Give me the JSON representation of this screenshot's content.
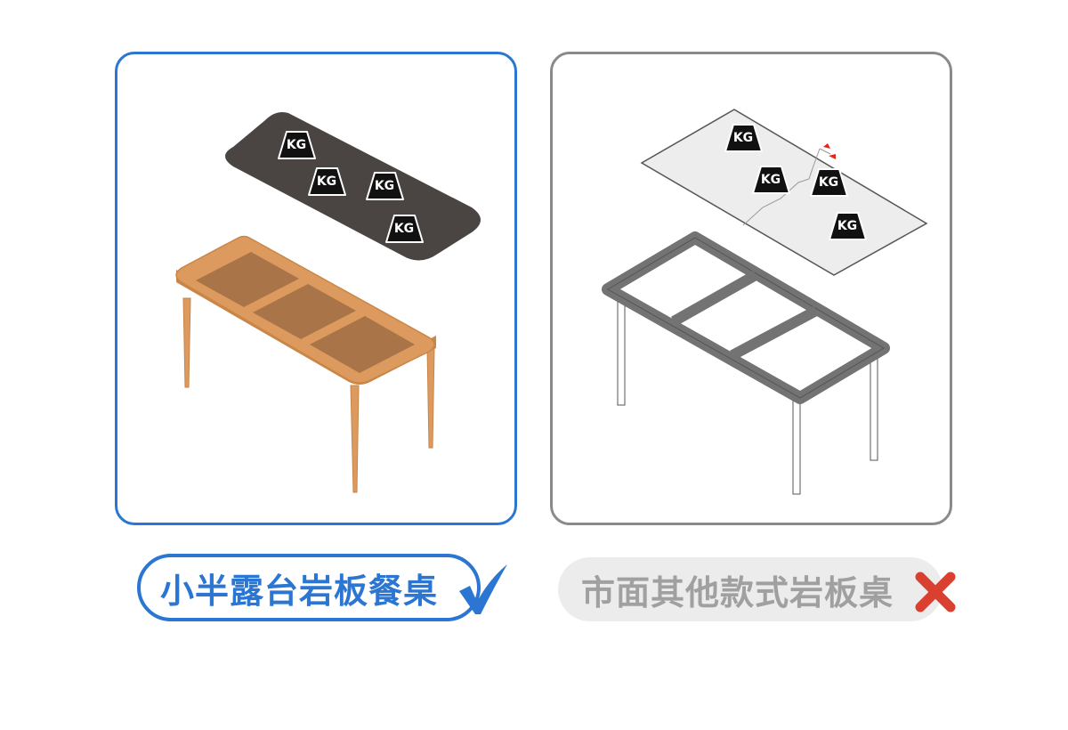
{
  "colors": {
    "good_accent": "#2b76d2",
    "bad_border": "#8a8a8a",
    "bad_caption_bg": "#ececec",
    "bad_caption_text": "#a0a0a0",
    "stone_top_dark": "#4a4542",
    "wood": "#dc9a5e",
    "wood_inset": "#a87448",
    "cross_red": "#d9402f",
    "glass": "#ededed",
    "metal_frame": "#737373"
  },
  "left_panel": {
    "weights": [
      "KG",
      "KG",
      "KG",
      "KG"
    ]
  },
  "right_panel": {
    "weights": [
      "KG",
      "KG",
      "KG",
      "KG"
    ]
  },
  "captions": {
    "good": "小半露台岩板餐桌",
    "bad": "市面其他款式岩板桌"
  },
  "icons": {
    "good_mark": "check-icon",
    "bad_mark": "cross-icon"
  }
}
